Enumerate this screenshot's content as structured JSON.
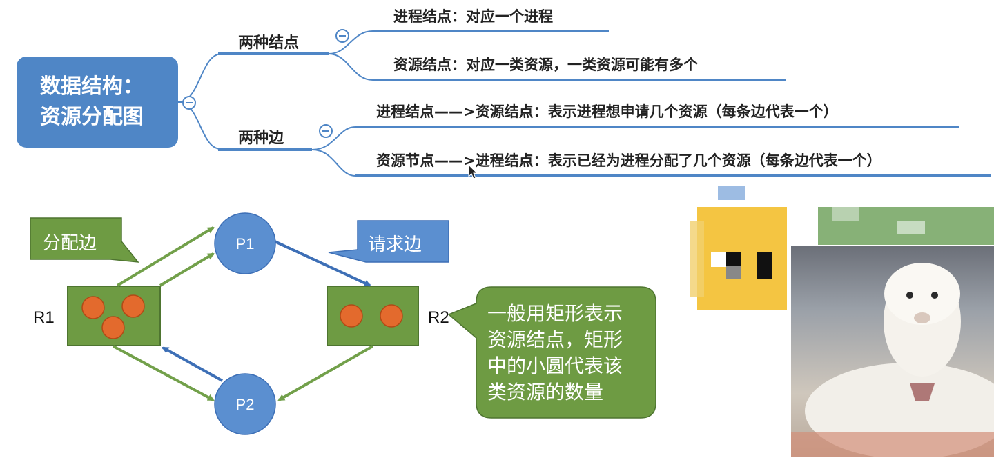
{
  "mindmap": {
    "root": [
      "数据结构：",
      "资源分配图"
    ],
    "branches": [
      {
        "label": "两种结点",
        "leaves": [
          "进程结点：对应一个进程",
          "资源结点：对应一类资源，一类资源可能有多个"
        ]
      },
      {
        "label": "两种边",
        "leaves": [
          "进程结点——>资源结点：表示进程想申请几个资源（每条边代表一个）",
          "资源节点——>进程结点：表示已经为进程分配了几个资源（每条边代表一个）"
        ]
      }
    ]
  },
  "diagram": {
    "process_nodes": [
      "P1",
      "P2"
    ],
    "resource_labels": [
      "R1",
      "R2"
    ],
    "resource_instances": {
      "R1": 3,
      "R2": 2
    },
    "callouts": {
      "allocation_edge": "分配边",
      "request_edge": "请求边",
      "explanation": "一般用矩形表示\n资源结点，矩形\n中的小圆代表该\n类资源的数量"
    },
    "colors": {
      "node_blue": "#5b8fd0",
      "resource_green": "#6e9b43",
      "request_arrow": "#3d6fb6",
      "allocation_arrow": "#72a04a",
      "instance_orange": "#e36a2d"
    }
  }
}
